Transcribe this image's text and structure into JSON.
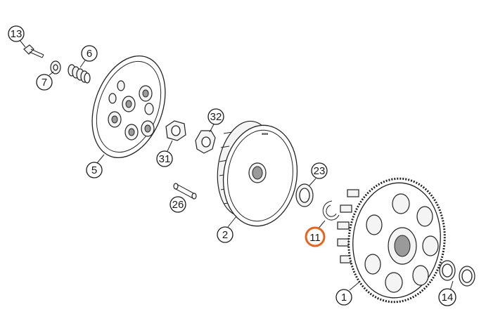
{
  "callouts": {
    "c13": "13",
    "c7": "7",
    "c6": "6",
    "c5": "5",
    "c31": "31",
    "c32": "32",
    "c26": "26",
    "c2": "2",
    "c23": "23",
    "c11": "11",
    "c1": "1",
    "c14": "14"
  },
  "colors": {
    "highlight": "#e8641e",
    "line": "#222222"
  }
}
